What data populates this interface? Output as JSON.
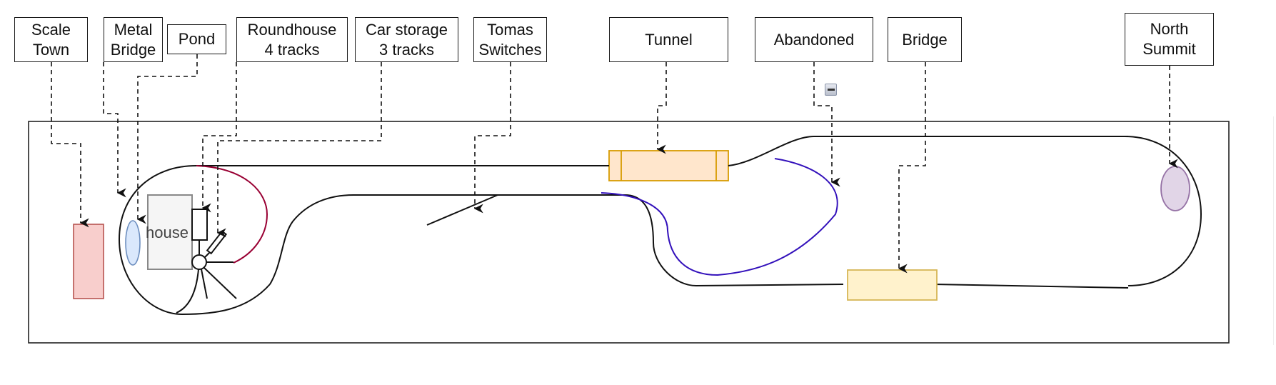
{
  "diagram": {
    "title": "Model railroad layout",
    "labels": [
      {
        "id": "scale-town",
        "text": "Scale\nTown"
      },
      {
        "id": "metal-bridge",
        "text": "Metal\nBridge"
      },
      {
        "id": "pond",
        "text": "Pond"
      },
      {
        "id": "roundhouse",
        "text": "Roundhouse\n4 tracks"
      },
      {
        "id": "car-storage",
        "text": "Car storage\n3 tracks"
      },
      {
        "id": "tomas-switches",
        "text": "Tomas\nSwitches"
      },
      {
        "id": "tunnel",
        "text": "Tunnel"
      },
      {
        "id": "abandoned",
        "text": "Abandoned"
      },
      {
        "id": "bridge",
        "text": "Bridge"
      },
      {
        "id": "north-summit",
        "text": "North\nSummit"
      }
    ],
    "house_label": "house",
    "colors": {
      "track": "#111111",
      "connector": "#111111",
      "scale_town_fill": "#f8cecc",
      "scale_town_stroke": "#b85450",
      "pond_fill": "#dae8fc",
      "pond_stroke": "#6c8ebf",
      "house_fill": "#f5f5f5",
      "house_stroke": "#888888",
      "tunnel_fill": "#ffe6cc",
      "tunnel_stroke": "#d79b00",
      "bridge_fill": "#fff2cc",
      "bridge_stroke": "#d6b656",
      "summit_fill": "#e1d5e7",
      "summit_stroke": "#9673a6",
      "abandoned_track": "#3311bb",
      "roundhouse_spur": "#990033"
    },
    "collapse_control": "collapse-icon"
  }
}
